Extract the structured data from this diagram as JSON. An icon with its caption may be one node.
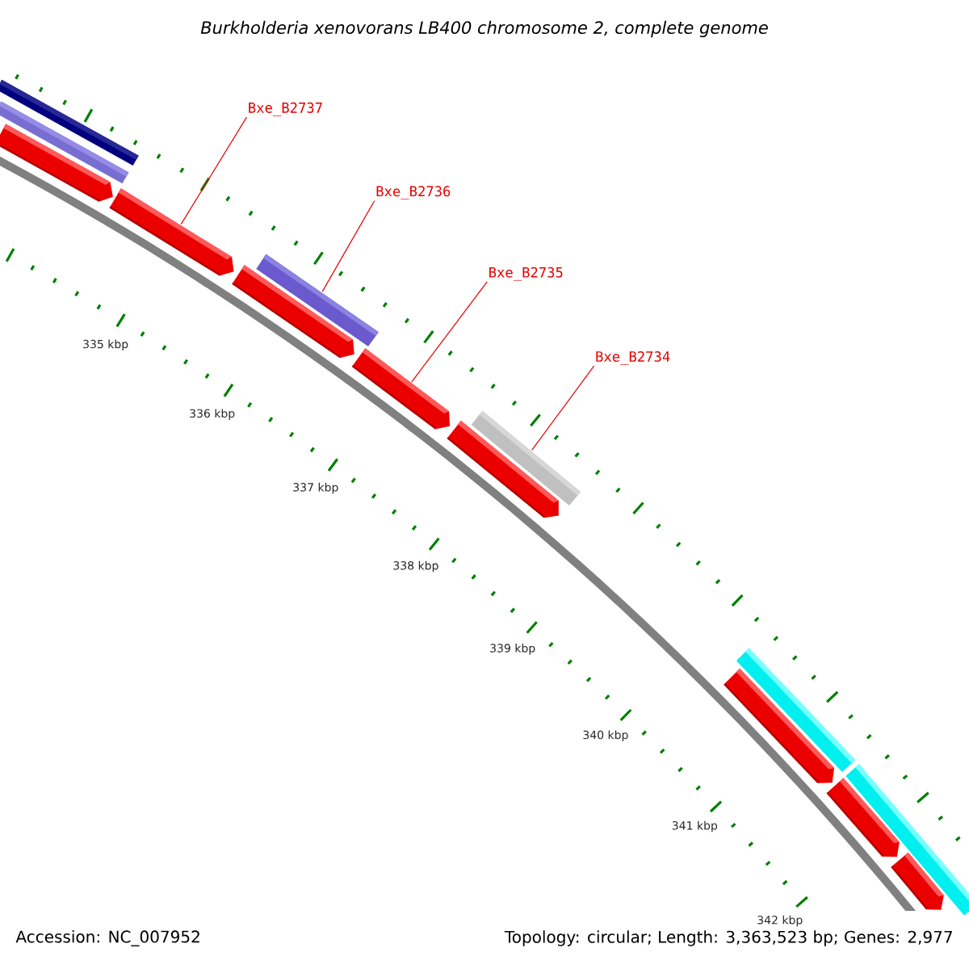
{
  "diagram": {
    "title": "Burkholderia xenovorans LB400 chromosome 2, complete genome",
    "nodes": [
      {
        "text": [
          "Bxe_B2737"
        ]
      },
      {
        "text": [
          "Bxe_B2736"
        ]
      },
      {
        "text": [
          "Bxe_B2735"
        ]
      },
      {
        "text": [
          "Bxe_B2734"
        ]
      },
      {
        "text": [],
        "shape": "bar"
      },
      {
        "text": [],
        "shape": "bar"
      },
      {
        "text": [],
        "shape": "arrow"
      },
      {
        "text": [],
        "shape": "arrow"
      },
      {
        "text": [],
        "shape": "arrow"
      },
      {
        "text": [],
        "shape": "bar"
      },
      {
        "text": [],
        "shape": "arrow"
      },
      {
        "text": [],
        "shape": "arrow"
      },
      {
        "text": [],
        "shape": "bar"
      },
      {
        "text": [],
        "shape": "bar"
      },
      {
        "text": [],
        "shape": "arrow"
      },
      {
        "text": [],
        "shape": "arrow"
      },
      {
        "text": [],
        "shape": "bar"
      },
      {
        "text": [],
        "shape": "arrow"
      }
    ],
    "edges": [
      {
        "from": 0,
        "to": 7,
        "arrow": "none"
      },
      {
        "from": 1,
        "to": 9,
        "arrow": "none"
      },
      {
        "from": 2,
        "to": 10,
        "arrow": "none"
      },
      {
        "from": 3,
        "to": 12,
        "arrow": "none"
      }
    ],
    "labels": [
      "335 kbp",
      "336 kbp",
      "337 kbp",
      "338 kbp",
      "339 kbp",
      "340 kbp",
      "341 kbp",
      "342 kbp",
      "Accession: NC_007952",
      "Topology: circular; Length: 3,363,523 bp; Genes: 2,977"
    ]
  }
}
